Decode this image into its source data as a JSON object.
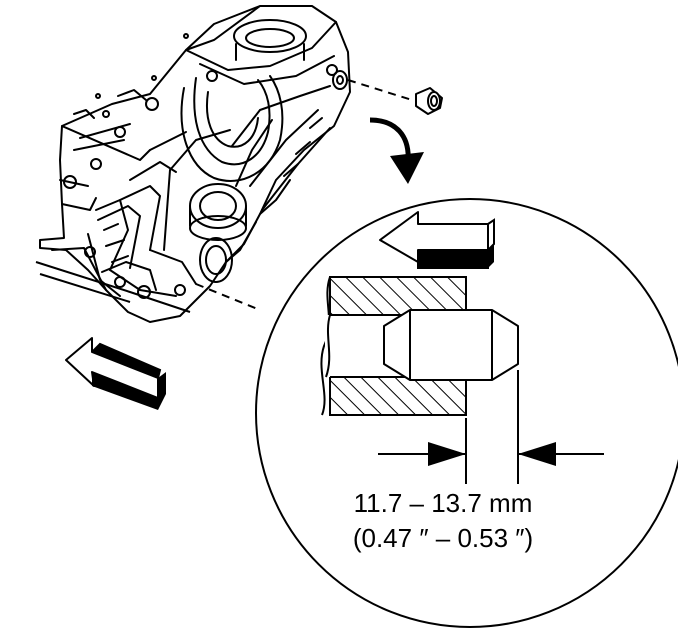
{
  "dimension": {
    "metric": "11.7 – 13.7 mm",
    "imperial": "(0.47 ″ – 0.53 ″)"
  },
  "colors": {
    "line": "#000000",
    "background": "#ffffff"
  },
  "icons": [
    "engine-block-illustration",
    "plug-part",
    "curved-down-arrow-icon",
    "install-direction-arrow-icon",
    "detail-magnifier-circle",
    "dimension-arrow-left-icon",
    "dimension-arrow-right-icon"
  ]
}
